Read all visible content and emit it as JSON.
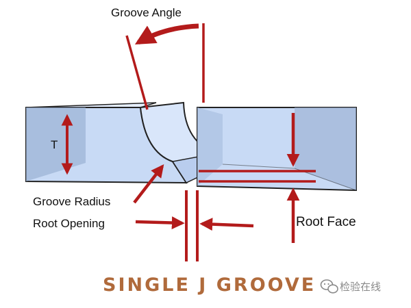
{
  "labels": {
    "groove_angle": "Groove Angle",
    "thickness": "T",
    "groove_radius": "Groove Radius",
    "root_opening": "Root Opening",
    "root_face": "Root Face"
  },
  "title": "SINGLE J GROOVE",
  "watermark": "检验在线",
  "colors": {
    "arrow_red": "#b31b1b",
    "block_face": "#c8daf5",
    "block_side": "#9eb4d6",
    "block_top": "#e6efff",
    "outline": "#222222",
    "title": "#b06a3b"
  },
  "icons": {
    "watermark": "wechat-icon"
  }
}
